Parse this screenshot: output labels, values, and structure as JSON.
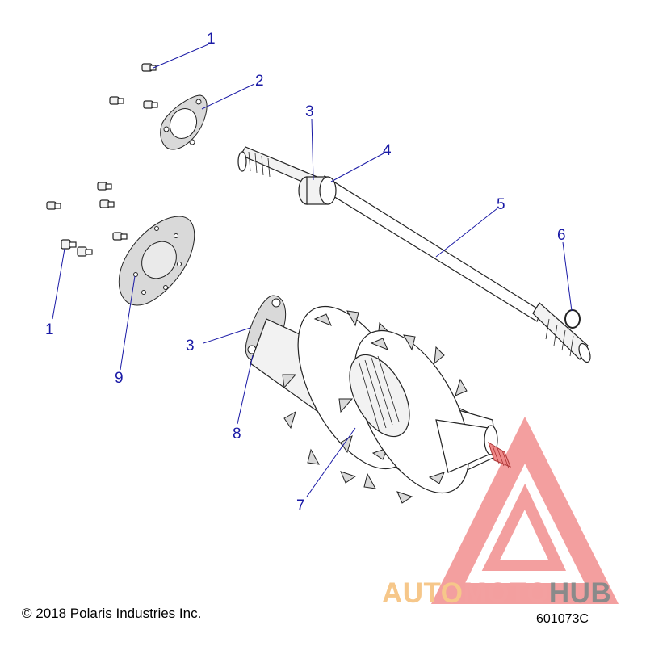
{
  "diagram": {
    "callouts": [
      {
        "id": "c1a",
        "label": "1"
      },
      {
        "id": "c2",
        "label": "2"
      },
      {
        "id": "c3a",
        "label": "3"
      },
      {
        "id": "c4",
        "label": "4"
      },
      {
        "id": "c5",
        "label": "5"
      },
      {
        "id": "c6",
        "label": "6"
      },
      {
        "id": "c1b",
        "label": "1"
      },
      {
        "id": "c9",
        "label": "9"
      },
      {
        "id": "c3b",
        "label": "3"
      },
      {
        "id": "c8",
        "label": "8"
      },
      {
        "id": "c7",
        "label": "7"
      }
    ],
    "copyright": "© 2018 Polaris Industries Inc.",
    "part_number": "601073C"
  },
  "watermark": {
    "part1": "AUTO",
    "part2": "MOTO",
    "part3": "HUB",
    "colors": {
      "auto": "#f6c78a",
      "moto": "#f3a0a0",
      "hub": "#8a8a8a",
      "logo": "#f08080"
    }
  },
  "colors": {
    "callout": "#1a1aa6",
    "line": "#222222"
  }
}
